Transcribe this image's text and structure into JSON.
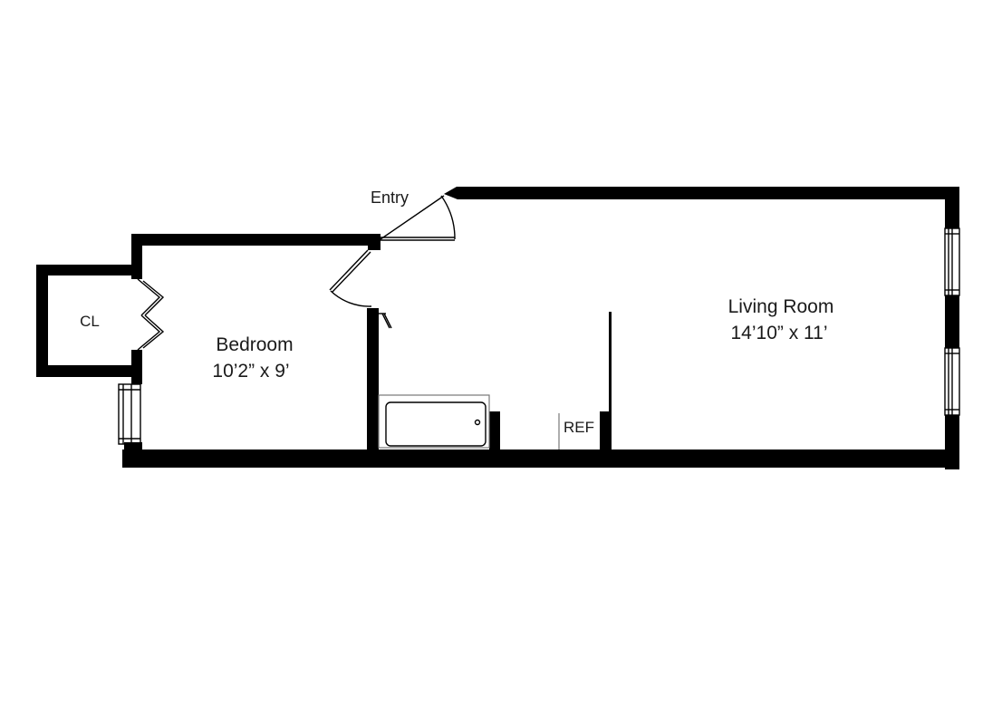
{
  "labels": {
    "entry": "Entry",
    "closet": "CL",
    "bedroom_name": "Bedroom",
    "bedroom_size": "10’2” x 9’",
    "living_name": "Living Room",
    "living_size": "14’10” x 11’",
    "ref": "REF"
  }
}
